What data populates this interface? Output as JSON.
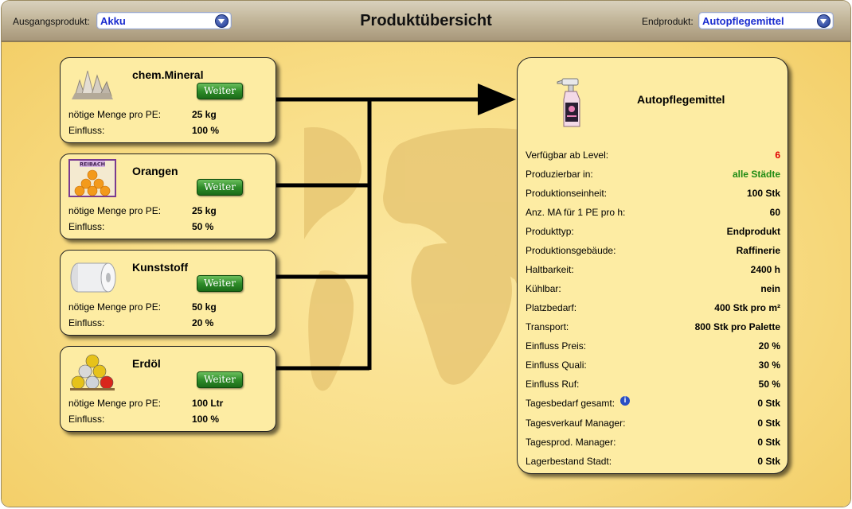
{
  "header": {
    "title": "Produktübersicht",
    "source_label": "Ausgangsprodukt:",
    "source_value": "Akku",
    "target_label": "Endprodukt:",
    "target_value": "Autopflegemittel"
  },
  "ingredients": [
    {
      "name": "chem.Mineral",
      "button": "Weiter",
      "qty_label": "nötige Menge pro PE:",
      "qty": "25 kg",
      "influence_label": "Einfluss:",
      "influence": "100 %",
      "icon": "mineral-crystal-icon"
    },
    {
      "name": "Orangen",
      "button": "Weiter",
      "qty_label": "nötige Menge pro PE:",
      "qty": "25 kg",
      "influence_label": "Einfluss:",
      "influence": "50 %",
      "icon": "orange-crate-icon",
      "crate_text": "REIBACH"
    },
    {
      "name": "Kunststoff",
      "button": "Weiter",
      "qty_label": "nötige Menge pro PE:",
      "qty": "50 kg",
      "influence_label": "Einfluss:",
      "influence": "20 %",
      "icon": "plastic-roll-icon"
    },
    {
      "name": "Erdöl",
      "button": "Weiter",
      "qty_label": "nötige Menge pro PE:",
      "qty": "100 Ltr",
      "influence_label": "Einfluss:",
      "influence": "100 %",
      "icon": "oil-barrels-icon"
    }
  ],
  "product": {
    "name": "Autopflegemittel",
    "icon": "spray-bottle-icon",
    "rows": [
      {
        "key": "Verfügbar ab Level:",
        "value": "6",
        "color": "#e00000"
      },
      {
        "key": "Produzierbar in:",
        "value": "alle Städte",
        "color": "#1e8a12"
      },
      {
        "key": "Produktionseinheit:",
        "value": "100 Stk"
      },
      {
        "key": "Anz. MA für 1 PE pro h:",
        "value": "60"
      },
      {
        "key": "Produkttyp:",
        "value": "Endprodukt"
      },
      {
        "key": "Produktionsgebäude:",
        "value": "Raffinerie"
      },
      {
        "key": "Haltbarkeit:",
        "value": "2400 h"
      },
      {
        "key": "Kühlbar:",
        "value": "nein"
      },
      {
        "key": "Platzbedarf:",
        "value": "400 Stk pro m²"
      },
      {
        "key": "Transport:",
        "value": "800 Stk pro Palette"
      },
      {
        "key": "Einfluss Preis:",
        "value": "20 %"
      },
      {
        "key": "Einfluss Quali:",
        "value": "30 %"
      },
      {
        "key": "Einfluss Ruf:",
        "value": "50 %"
      },
      {
        "key": "Tagesbedarf gesamt:",
        "value": "0 Stk",
        "info": "i"
      },
      {
        "key": "Tagesverkauf Manager:",
        "value": "0 Stk"
      },
      {
        "key": "Tagesprod. Manager:",
        "value": "0 Stk"
      },
      {
        "key": "Lagerbestand Stadt:",
        "value": "0 Stk"
      }
    ]
  },
  "colors": {
    "accent_blue": "#1a2ccf",
    "button_green": "#2f8d2a",
    "panel": "#fdeca3"
  }
}
